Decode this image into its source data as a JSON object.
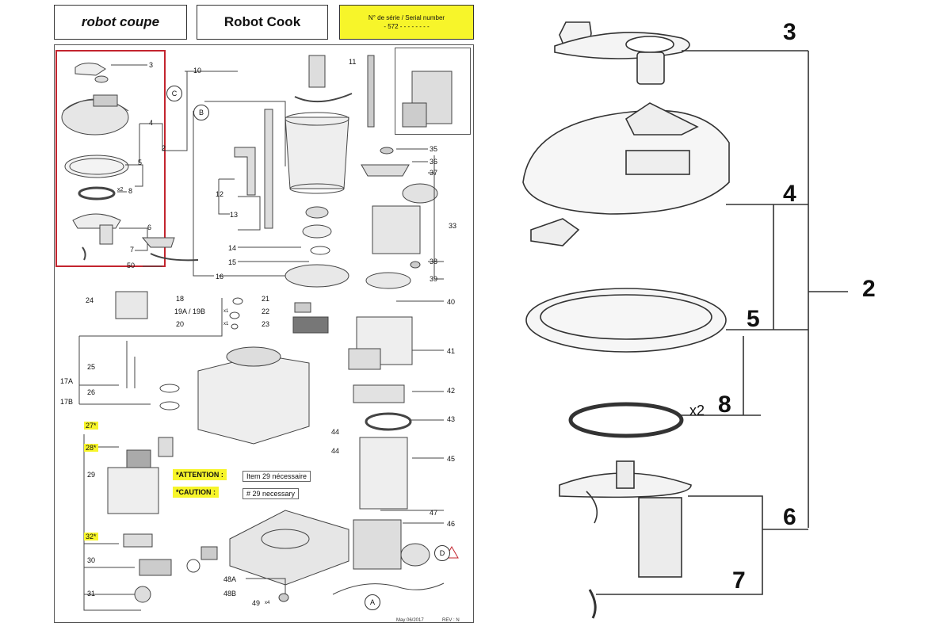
{
  "header": {
    "brand": "robot coupe",
    "model": "Robot Cook",
    "serial_label": "N° de série / Serial number",
    "serial_value": "- 572 - - - - - -   - -"
  },
  "left_labels": [
    {
      "id": "n3",
      "text": "3"
    },
    {
      "id": "n4",
      "text": "4"
    },
    {
      "id": "n2",
      "text": "2"
    },
    {
      "id": "n5",
      "text": "5"
    },
    {
      "id": "n8",
      "text": "8"
    },
    {
      "id": "n6",
      "text": "6"
    },
    {
      "id": "n7",
      "text": "7"
    },
    {
      "id": "n50",
      "text": "50"
    },
    {
      "id": "n10",
      "text": "10"
    },
    {
      "id": "n11",
      "text": "11"
    },
    {
      "id": "n12",
      "text": "12"
    },
    {
      "id": "n13",
      "text": "13"
    },
    {
      "id": "n14",
      "text": "14"
    },
    {
      "id": "n15",
      "text": "15"
    },
    {
      "id": "n16",
      "text": "16"
    },
    {
      "id": "n35",
      "text": "35"
    },
    {
      "id": "n36",
      "text": "36"
    },
    {
      "id": "n37",
      "text": "37"
    },
    {
      "id": "n33",
      "text": "33"
    },
    {
      "id": "n38",
      "text": "38"
    },
    {
      "id": "n39",
      "text": "39"
    },
    {
      "id": "n18",
      "text": "18"
    },
    {
      "id": "n19",
      "text": "19A / 19B"
    },
    {
      "id": "n20",
      "text": "20"
    },
    {
      "id": "n21",
      "text": "21"
    },
    {
      "id": "n22",
      "text": "22"
    },
    {
      "id": "n23",
      "text": "23"
    },
    {
      "id": "n24",
      "text": "24"
    },
    {
      "id": "n40",
      "text": "40"
    },
    {
      "id": "n41",
      "text": "41"
    },
    {
      "id": "n25",
      "text": "25"
    },
    {
      "id": "n17a",
      "text": "17A"
    },
    {
      "id": "n26",
      "text": "26"
    },
    {
      "id": "n17b",
      "text": "17B"
    },
    {
      "id": "n42",
      "text": "42"
    },
    {
      "id": "n43",
      "text": "43"
    },
    {
      "id": "n44a",
      "text": "44"
    },
    {
      "id": "n44b",
      "text": "44"
    },
    {
      "id": "n45",
      "text": "45"
    },
    {
      "id": "n29",
      "text": "29"
    },
    {
      "id": "n47",
      "text": "47"
    },
    {
      "id": "n46",
      "text": "46"
    },
    {
      "id": "n30",
      "text": "30"
    },
    {
      "id": "n31",
      "text": "31"
    },
    {
      "id": "n48a",
      "text": "48A"
    },
    {
      "id": "n48b",
      "text": "48B"
    },
    {
      "id": "n49",
      "text": "49"
    }
  ],
  "highlighted_labels": {
    "n27": "27*",
    "n28": "28*",
    "n32": "32*"
  },
  "qty": {
    "q8": "x2",
    "q19": "x1",
    "q20": "x1",
    "q49": "x4"
  },
  "circles": {
    "c": "C",
    "b": "B",
    "a": "A",
    "d": "D"
  },
  "notes": {
    "attention": "*ATTENTION :",
    "attention_text": "Item 29 nécessaire",
    "caution": "*CAUTION :",
    "caution_text": "# 29 necessary"
  },
  "footer": {
    "left": "May 06/2017",
    "right": "REV : N"
  },
  "detail": {
    "labels": {
      "d3": "3",
      "d4": "4",
      "d2": "2",
      "d5": "5",
      "d8": "8",
      "d6": "6",
      "d7": "7"
    },
    "qty8": "x2"
  }
}
